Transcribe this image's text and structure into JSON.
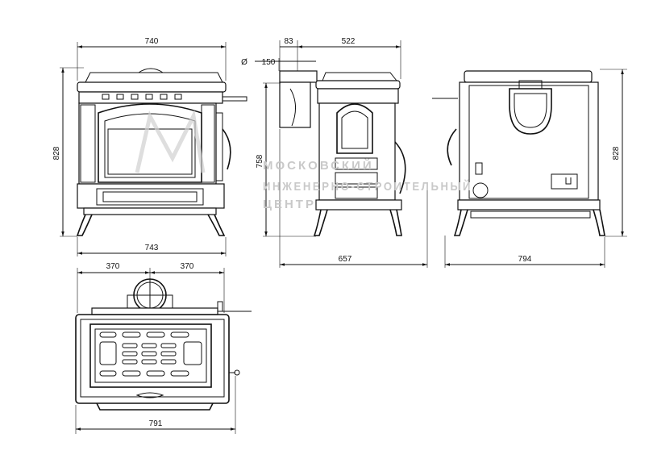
{
  "watermark": {
    "line1": "МОСКОВСКИЙ",
    "line2": "ИНЖЕНЕРНО-СТРОИТЕЛЬНЫЙ",
    "line3": "ЦЕНТР"
  },
  "front_view": {
    "width_top": "740",
    "width_bottom": "743",
    "height": "828"
  },
  "side_view": {
    "flue_offset": "83",
    "depth_top": "522",
    "flue_diameter_symbol": "Ø",
    "flue_diameter": "150",
    "flue_height": "758",
    "depth_total": "657"
  },
  "rear_view": {
    "width": "794",
    "height": "828"
  },
  "top_view": {
    "half_left": "370",
    "half_right": "370",
    "width": "791"
  }
}
